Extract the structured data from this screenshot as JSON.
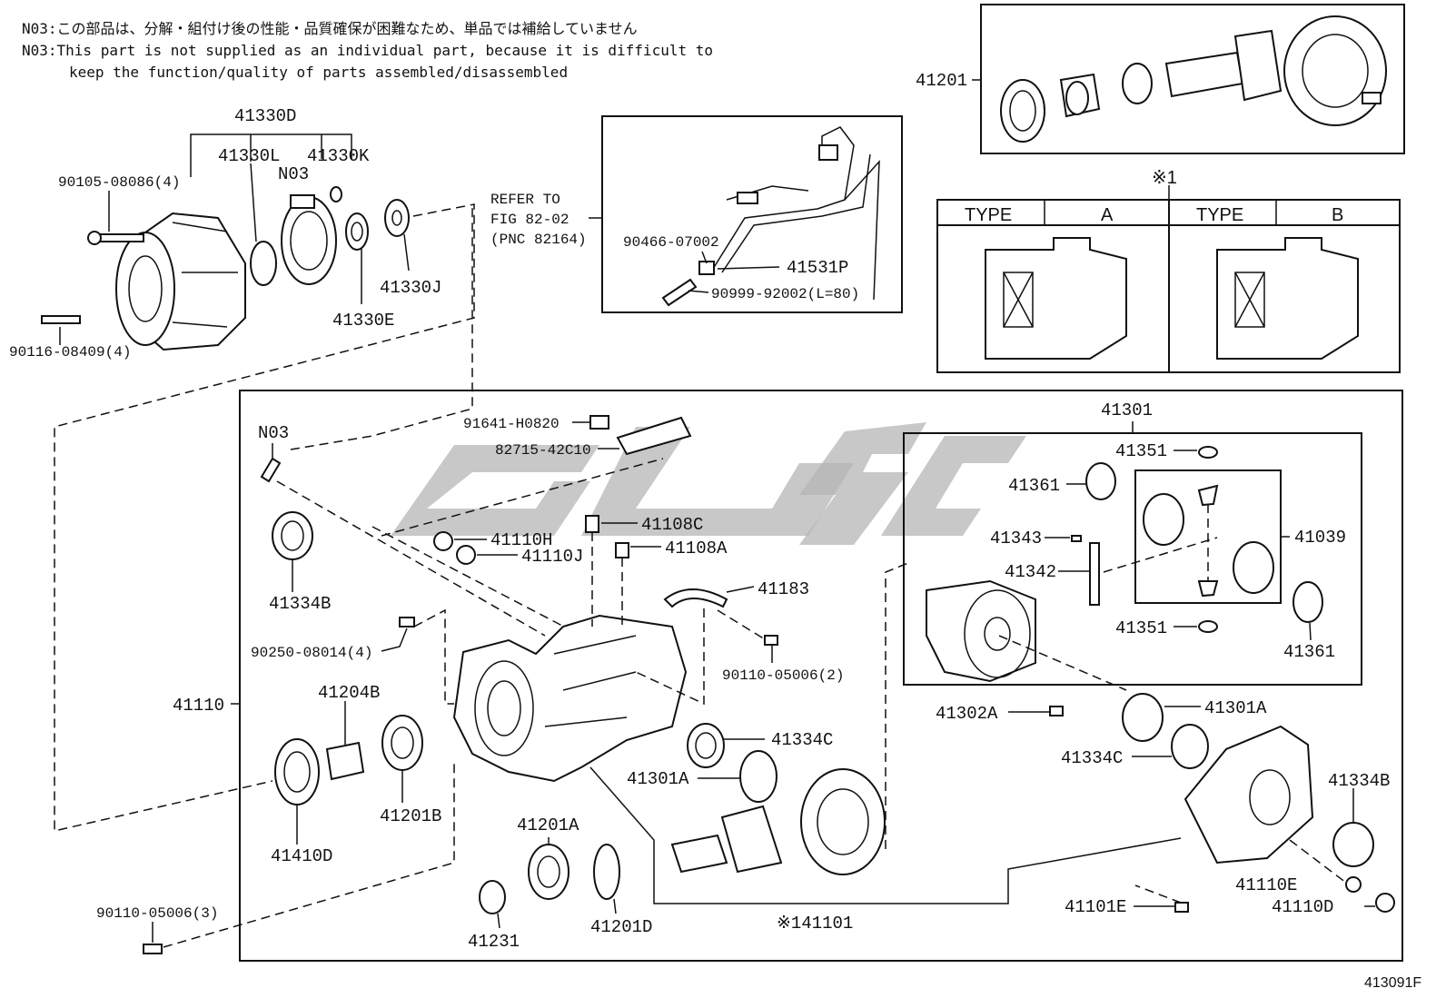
{
  "notes": {
    "jp": "N03:この部品は、分解・組付け後の性能・品質確保が困難なため、単品では補給していません",
    "en1": "N03:This part is not supplied as an individual part, because it is difficult to",
    "en2": "keep the function/quality of parts assembled/disassembled"
  },
  "refer": {
    "l1": "REFER TO",
    "l2": "FIG 82-02",
    "l3": "(PNC 82164)"
  },
  "type_table": {
    "mark": "※1",
    "col1_head": "TYPE",
    "col1_val": "A",
    "col2_head": "TYPE",
    "col2_val": "B"
  },
  "figure_number": "413091F",
  "watermark": "sisac",
  "labels": {
    "p41330D": "41330D",
    "p41330L": "41330L",
    "p41330K": "41330K",
    "pN03a": "N03",
    "p90105": "90105-08086(4)",
    "p90116": "90116-08409(4)",
    "p41330E": "41330E",
    "p41330J": "41330J",
    "p90466": "90466-07002",
    "p41531P": "41531P",
    "p90999": "90999-92002(L=80)",
    "p41201": "41201",
    "pN03b": "N03",
    "p91641": "91641-H0820",
    "p82715": "82715-42C10",
    "p41110H": "41110H",
    "p41110J": "41110J",
    "p41108C": "41108C",
    "p41108A": "41108A",
    "p41183": "41183",
    "p90110b": "90110-05006(2)",
    "p41334B": "41334B",
    "p90250": "90250-08014(4)",
    "p41110": "41110",
    "p41204B": "41204B",
    "p41201B": "41201B",
    "p41410D": "41410D",
    "p90110a": "90110-05006(3)",
    "p41201A": "41201A",
    "p41231": "41231",
    "p41201D": "41201D",
    "p41334C": "41334C",
    "p41301A": "41301A",
    "p141101": "※141101",
    "p41301": "41301",
    "p41351a": "41351",
    "p41361a": "41361",
    "p41343": "41343",
    "p41342": "41342",
    "p41039": "41039",
    "p41351b": "41351",
    "p41361b": "41361",
    "p41302A": "41302A",
    "p41301A2": "41301A",
    "p41334C2": "41334C",
    "p41334B2": "41334B",
    "p41110E": "41110E",
    "p41101E": "41101E",
    "p41110D": "41110D"
  }
}
